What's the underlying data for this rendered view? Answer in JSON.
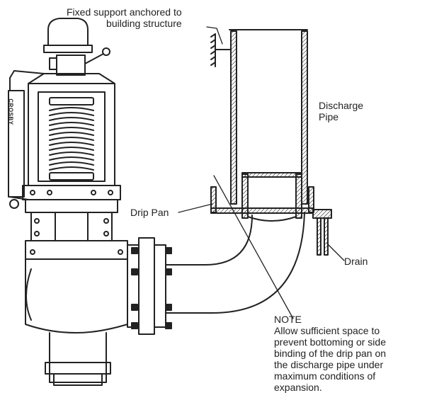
{
  "labels": {
    "fixed_support": [
      "Fixed support anchored to",
      "building structure"
    ],
    "discharge_pipe": [
      "Discharge",
      "Pipe"
    ],
    "drip_pan": "Drip Pan",
    "drain": "Drain",
    "valve_brand": "CROSBY",
    "note_title": "NOTE",
    "note_body": [
      "Allow sufficient space to",
      "prevent bottoming or side",
      "binding of the drip pan on",
      "the discharge pipe under",
      "maximum conditions of",
      "expansion."
    ]
  },
  "colors": {
    "ink": "#222222",
    "background": "#ffffff"
  }
}
